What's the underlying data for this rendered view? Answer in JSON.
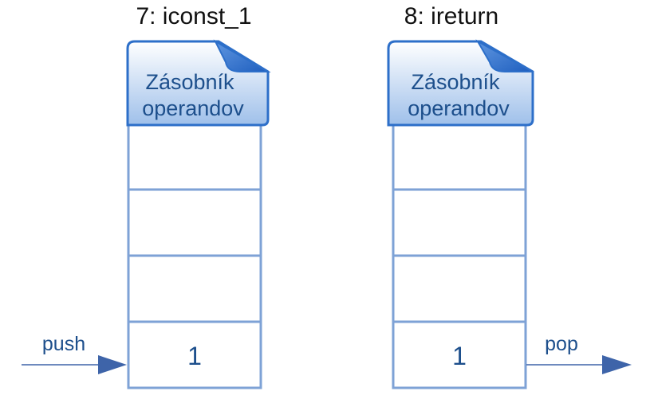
{
  "panels": [
    {
      "title": "7: iconst_1",
      "header": {
        "line1": "Zásobník",
        "line2": "operandov"
      },
      "cells": [
        "",
        "",
        "",
        "1"
      ]
    },
    {
      "title": "8: ireturn",
      "header": {
        "line1": "Zásobník",
        "line2": "operandov"
      },
      "cells": [
        "",
        "",
        "",
        "1"
      ]
    }
  ],
  "arrows": {
    "push": "push",
    "pop": "pop"
  },
  "colors": {
    "cell_border": "#7ea2d6",
    "header_border": "#2d6fc9",
    "header_fill_top": "#ffffff",
    "header_fill_bottom": "#9fc0ea",
    "arrow": "#3e64a9",
    "text": "#1d4f8c"
  }
}
